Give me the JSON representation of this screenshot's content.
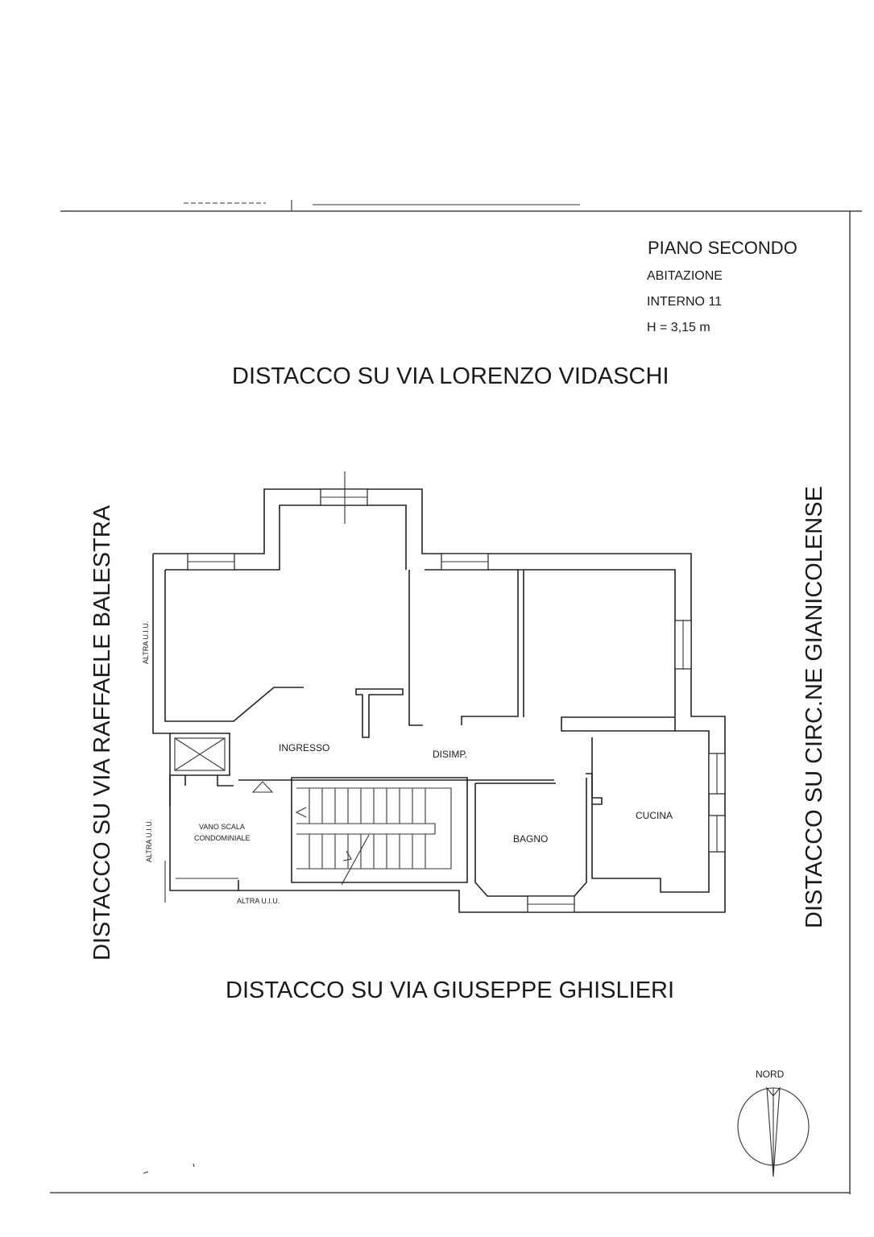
{
  "header": {
    "floor": "PIANO SECONDO",
    "use": "ABITAZIONE",
    "unit": "INTERNO 11",
    "height": "H = 3,15 m"
  },
  "streets": {
    "top": "DISTACCO SU VIA  LORENZO  VIDASCHI",
    "bottom": "DISTACCO SU VIA  GIUSEPPE  GHISLIERI",
    "left": "DISTACCO SU VIA  RAFFAELE   BALESTRA",
    "right": "DISTACCO SU CIRC.NE GIANICOLENSE"
  },
  "rooms": {
    "ingresso": "INGRESSO",
    "disimp": "DISIMP.",
    "bagno": "BAGNO",
    "cucina": "CUCINA",
    "vano_scala_line1": "VANO SCALA",
    "vano_scala_line2": "CONDOMINIALE"
  },
  "neighbors": {
    "left_upper": "ALTRA U.I.U.",
    "left_lower": "ALTRA U.I.U.",
    "bottom": "ALTRA U.I.U."
  },
  "compass": {
    "label": "NORD"
  }
}
